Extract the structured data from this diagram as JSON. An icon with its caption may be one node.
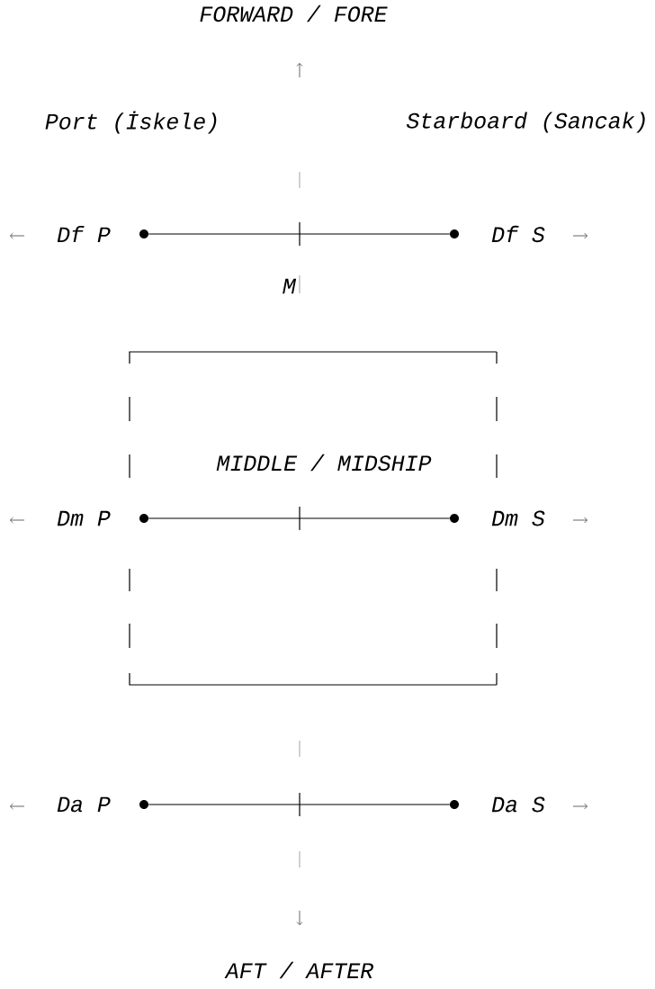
{
  "diagram": {
    "nodes": [
      {
        "text": [],
        "shape": "circle",
        "beside": [
          "Df P"
        ]
      },
      {
        "text": [],
        "shape": "circle",
        "beside": [
          "Df S"
        ]
      },
      {
        "text": [
          "MIDDLE / MIDSHIP"
        ]
      },
      {
        "text": [],
        "shape": "circle",
        "beside": [
          "Dm P"
        ],
        "in": 2
      },
      {
        "text": [],
        "shape": "circle",
        "beside": [
          "Dm S"
        ],
        "in": 2
      },
      {
        "text": [],
        "shape": "circle",
        "beside": [
          "Da P"
        ]
      },
      {
        "text": [],
        "shape": "circle",
        "beside": [
          "Da S"
        ]
      }
    ],
    "edges": [
      {
        "from": 0,
        "to": 1,
        "arrow": "none"
      },
      {
        "from": 3,
        "to": 4,
        "arrow": "none"
      },
      {
        "from": 5,
        "to": 6,
        "arrow": "none"
      }
    ],
    "labels": [
      "FORWARD / FORE",
      "Port (İskele)",
      "Starboard (Sancak)",
      "M",
      "AFT / AFTER"
    ]
  }
}
